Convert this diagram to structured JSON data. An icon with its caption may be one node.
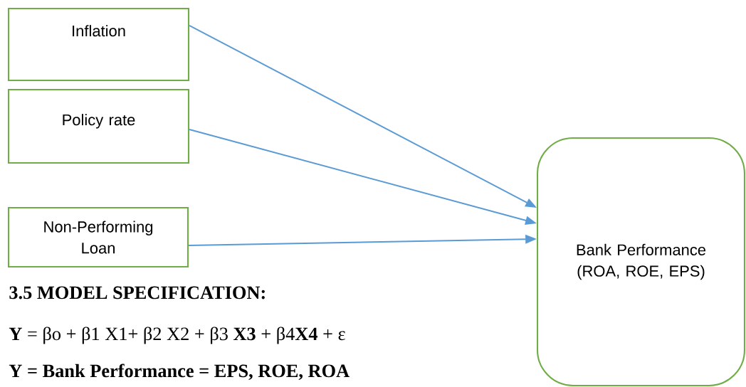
{
  "diagram": {
    "nodes": [
      {
        "text": [
          "Inflation"
        ]
      },
      {
        "text": [
          "Policy rate"
        ]
      },
      {
        "text": [
          "Non-Performing Loan"
        ]
      },
      {
        "text": [
          "Bank Performance (ROA, ROE, EPS)"
        ]
      }
    ],
    "edges": [
      {
        "from": 0,
        "to": 3,
        "arrow": "to"
      },
      {
        "from": 1,
        "to": 3,
        "arrow": "to"
      },
      {
        "from": 2,
        "to": 3,
        "arrow": "to"
      }
    ],
    "labels": [
      "3.5 MODEL SPECIFICATION:",
      "**Y** = βo + β1 X1+ β2 X2 + β3 **X3** + β4**X4** + ε",
      "Y = Bank Performance = EPS, ROE, ROA"
    ]
  }
}
